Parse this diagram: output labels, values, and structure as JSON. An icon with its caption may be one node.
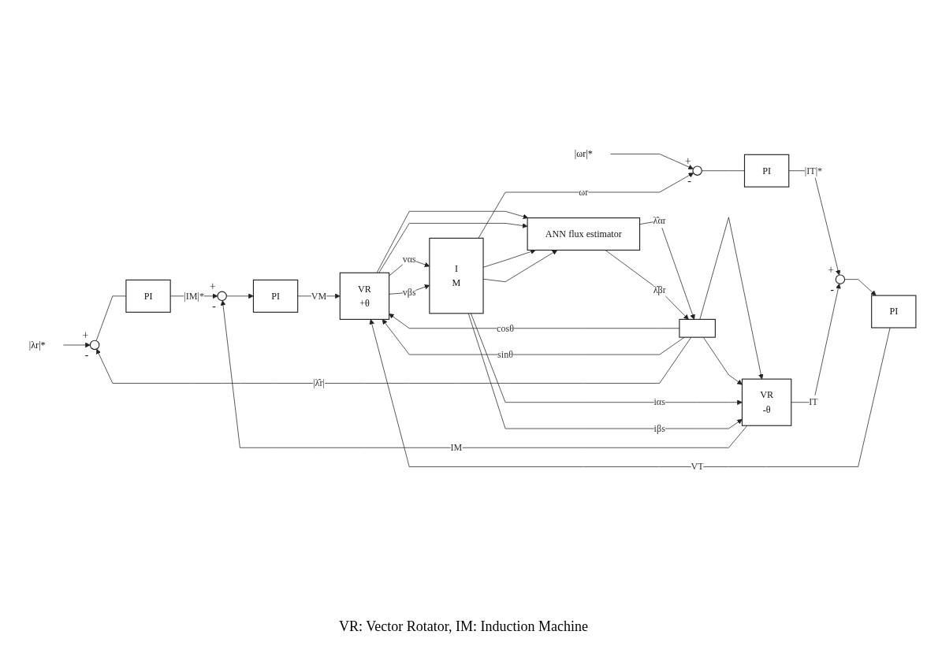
{
  "diagram": {
    "caption": "VR: Vector Rotator, IM: Induction Machine",
    "nodes": [
      {
        "text": [
          "|λr|*"
        ]
      },
      {
        "text": [],
        "shape": "circle",
        "beside": [
          "+",
          "-"
        ]
      },
      {
        "text": [
          "PI"
        ]
      },
      {
        "text": [],
        "shape": "circle",
        "beside": [
          "+",
          "-"
        ]
      },
      {
        "text": [
          "PI"
        ]
      },
      {
        "text": [
          "|ωr|*"
        ]
      },
      {
        "text": [],
        "shape": "circle",
        "beside": [
          "+",
          "-"
        ]
      },
      {
        "text": [
          "PI"
        ]
      },
      {
        "text": [],
        "shape": "circle",
        "beside": [
          "+",
          "-"
        ]
      },
      {
        "text": [
          "PI"
        ]
      },
      {
        "text": [
          "VR",
          "+θ"
        ]
      },
      {
        "text": [
          "I",
          "M"
        ]
      },
      {
        "text": [],
        "shape": "box"
      },
      {
        "text": [
          "ANN flux estimator"
        ]
      },
      {
        "text": [
          "VR",
          "-θ"
        ]
      }
    ],
    "edges": [
      {
        "from": 0,
        "to": 1,
        "arrow": "to"
      },
      {
        "from": 1,
        "to": 2,
        "arrow": "none"
      },
      {
        "from": 2,
        "to": 3,
        "arrow": "to",
        "label": "|IM|*"
      },
      {
        "from": 3,
        "to": 4,
        "arrow": "to"
      },
      {
        "from": 4,
        "to": 10,
        "arrow": "to",
        "label": "VM"
      },
      {
        "from": 5,
        "to": 6,
        "arrow": "to"
      },
      {
        "from": 6,
        "to": 7,
        "arrow": "none"
      },
      {
        "from": 7,
        "to": 8,
        "arrow": "to",
        "label": "|IT|*"
      },
      {
        "from": 8,
        "to": 9,
        "arrow": "to"
      },
      {
        "from": 9,
        "to": 10,
        "arrow": "to",
        "label": "VT"
      },
      {
        "from": 10,
        "to": 11,
        "arrow": "to",
        "label": "vαs"
      },
      {
        "from": 10,
        "to": 11,
        "arrow": "to",
        "label": "vβs"
      },
      {
        "from": 10,
        "to": 13,
        "arrow": "to"
      },
      {
        "from": 10,
        "to": 13,
        "arrow": "to"
      },
      {
        "from": 13,
        "to": 12,
        "arrow": "to",
        "label": "λ̂αr"
      },
      {
        "from": 13,
        "to": 12,
        "arrow": "to",
        "label": "λ̂βr"
      },
      {
        "from": 12,
        "to": 10,
        "arrow": "to",
        "label": "cosθ"
      },
      {
        "from": 12,
        "to": 14,
        "arrow": "to"
      },
      {
        "from": 12,
        "to": 10,
        "arrow": "to",
        "label": "sinθ"
      },
      {
        "from": 12,
        "to": 14,
        "arrow": "to"
      },
      {
        "from": 12,
        "to": 1,
        "arrow": "to",
        "label": "|λ̂r|"
      },
      {
        "from": 11,
        "to": 14,
        "arrow": "to",
        "label": "iαs"
      },
      {
        "from": 11,
        "to": 14,
        "arrow": "to",
        "label": "iβs"
      },
      {
        "from": 11,
        "to": 13,
        "arrow": "to"
      },
      {
        "from": 11,
        "to": 13,
        "arrow": "to"
      },
      {
        "from": 14,
        "to": 3,
        "arrow": "to",
        "label": "IM"
      },
      {
        "from": 14,
        "to": 8,
        "arrow": "to",
        "label": "IT"
      },
      {
        "from": 11,
        "to": 6,
        "arrow": "to",
        "label": "ωr"
      }
    ]
  }
}
